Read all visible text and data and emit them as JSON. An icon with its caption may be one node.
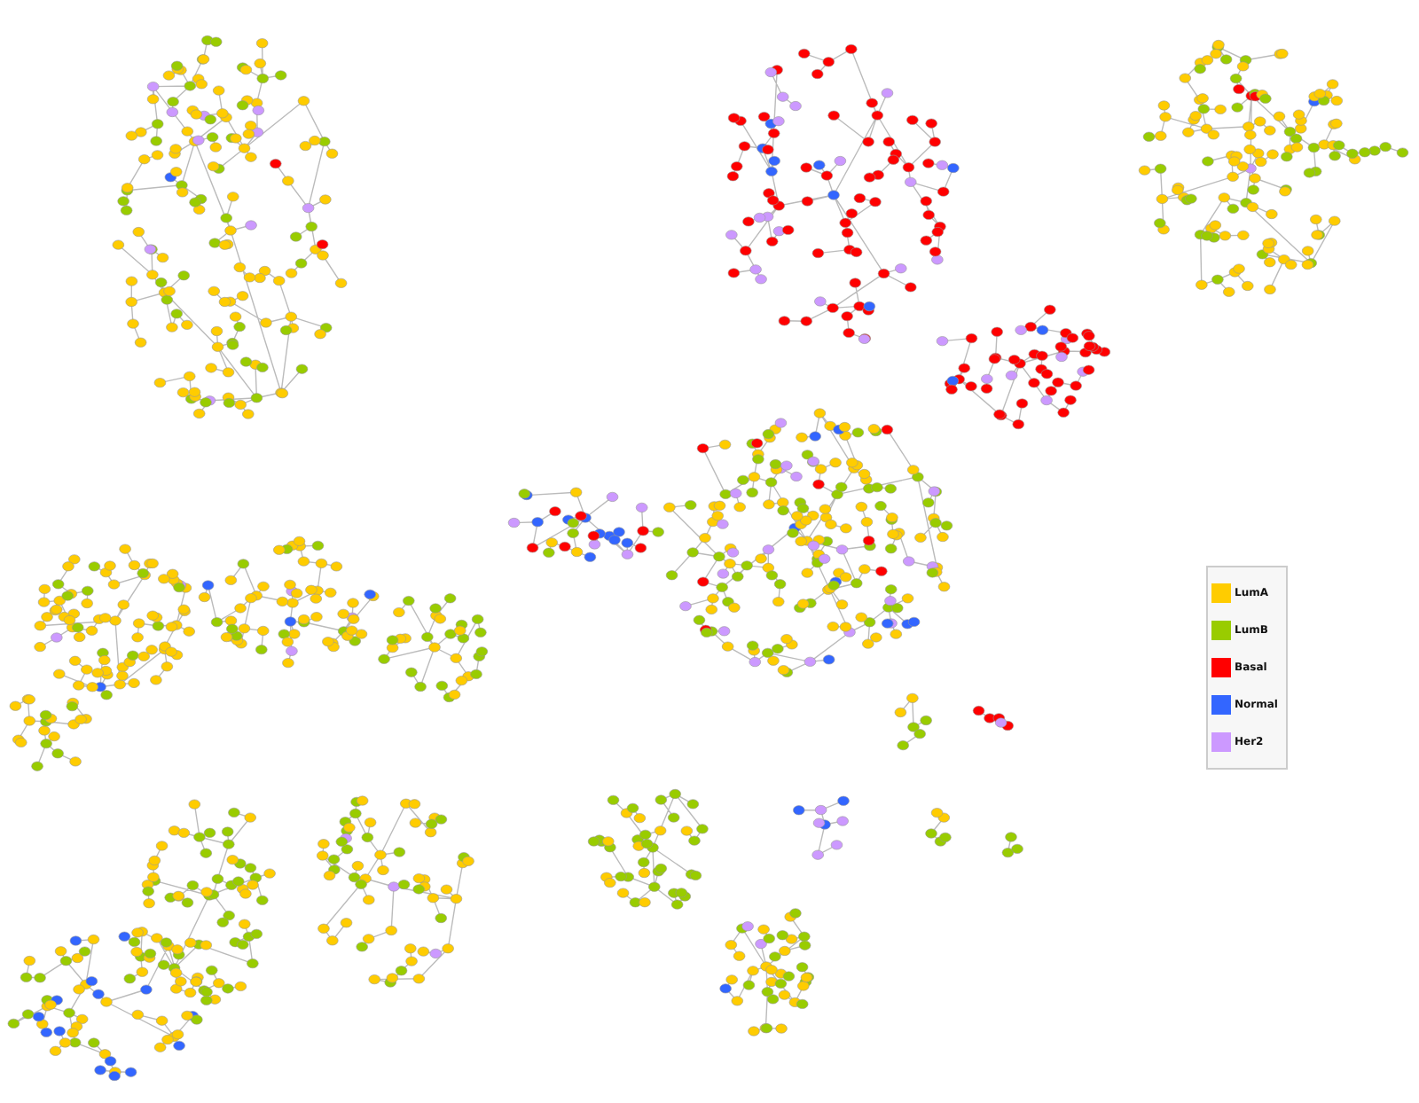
{
  "diagram": {
    "legend": [
      {
        "text": "LumA",
        "color": "#ffcc00"
      },
      {
        "text": "LumB",
        "color": "#99cc00"
      },
      {
        "text": "Basal",
        "color": "#ff0000"
      },
      {
        "text": "Normal",
        "color": "#3366ff"
      },
      {
        "text": "Her2",
        "color": "#cc99ff"
      }
    ]
  }
}
